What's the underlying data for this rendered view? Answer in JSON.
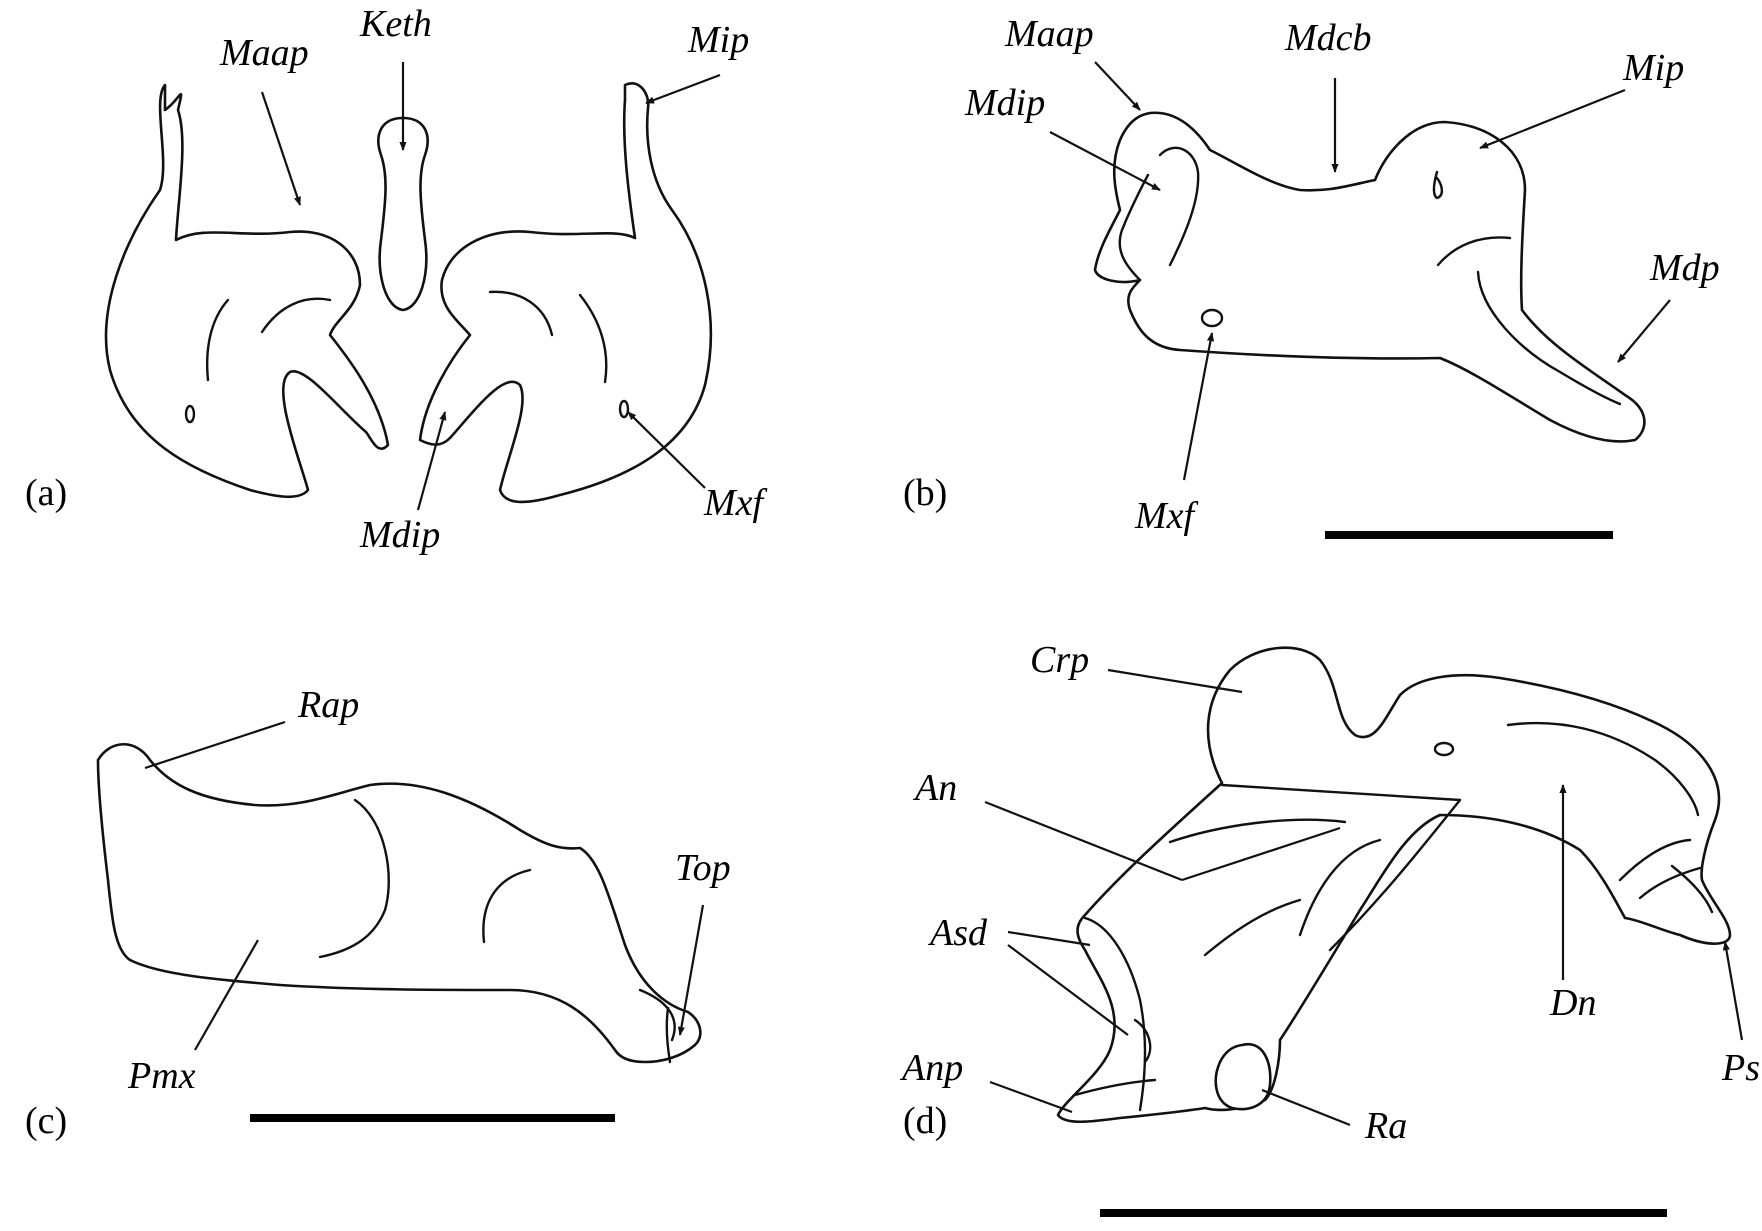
{
  "panels": [
    {
      "id": "a",
      "label": "(a)"
    },
    {
      "id": "b",
      "label": "(b)"
    },
    {
      "id": "c",
      "label": "(c)"
    },
    {
      "id": "d",
      "label": "(d)"
    }
  ],
  "labels": {
    "a": {
      "maap": "Maap",
      "keth": "Keth",
      "mip": "Mip",
      "mdip": "Mdip",
      "mxf": "Mxf"
    },
    "b": {
      "maap": "Maap",
      "mdcb": "Mdcb",
      "mip": "Mip",
      "mdip": "Mdip",
      "mdp": "Mdp",
      "mxf": "Mxf"
    },
    "c": {
      "rap": "Rap",
      "top": "Top",
      "pmx": "Pmx"
    },
    "d": {
      "crp": "Crp",
      "an": "An",
      "asd": "Asd",
      "anp": "Anp",
      "ra": "Ra",
      "dn": "Dn",
      "ps": "Ps"
    }
  }
}
